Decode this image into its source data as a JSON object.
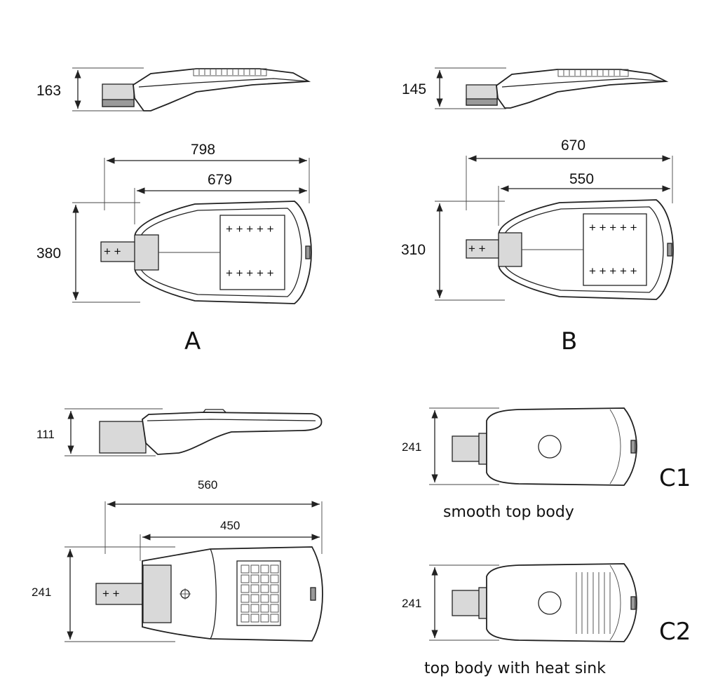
{
  "variants": {
    "A": {
      "label": "A",
      "height_dim": "163",
      "overall_length_dim": "798",
      "body_length_dim": "679",
      "width_dim": "380"
    },
    "B": {
      "label": "B",
      "height_dim": "145",
      "overall_length_dim": "670",
      "body_length_dim": "550",
      "width_dim": "310"
    },
    "C": {
      "height_dim": "111",
      "overall_length_dim": "560",
      "body_length_dim": "450",
      "width_dim": "241"
    },
    "C1": {
      "label": "C1",
      "width_dim": "241",
      "caption": "smooth top body"
    },
    "C2": {
      "label": "C2",
      "width_dim": "241",
      "caption": "top body with heat sink"
    }
  }
}
